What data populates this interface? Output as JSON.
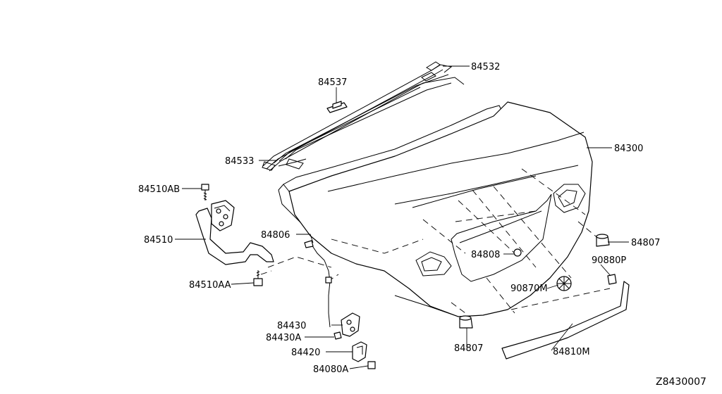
{
  "diagram": {
    "callouts": [
      {
        "id": "84532",
        "label": "84532"
      },
      {
        "id": "84537",
        "label": "84537"
      },
      {
        "id": "84533",
        "label": "84533"
      },
      {
        "id": "84300",
        "label": "84300"
      },
      {
        "id": "84510AB",
        "label": "84510AB"
      },
      {
        "id": "84510",
        "label": "84510"
      },
      {
        "id": "84806",
        "label": "84806"
      },
      {
        "id": "84807-right",
        "label": "84807"
      },
      {
        "id": "84808",
        "label": "84808"
      },
      {
        "id": "90880P",
        "label": "90880P"
      },
      {
        "id": "84510AA",
        "label": "84510AA"
      },
      {
        "id": "90870M",
        "label": "90870M"
      },
      {
        "id": "84430",
        "label": "84430"
      },
      {
        "id": "84430A",
        "label": "84430A"
      },
      {
        "id": "84420",
        "label": "84420"
      },
      {
        "id": "84807-bottom",
        "label": "84807"
      },
      {
        "id": "84810M",
        "label": "84810M"
      },
      {
        "id": "84080A",
        "label": "84080A"
      }
    ],
    "drawing_code": "Z8430007"
  }
}
